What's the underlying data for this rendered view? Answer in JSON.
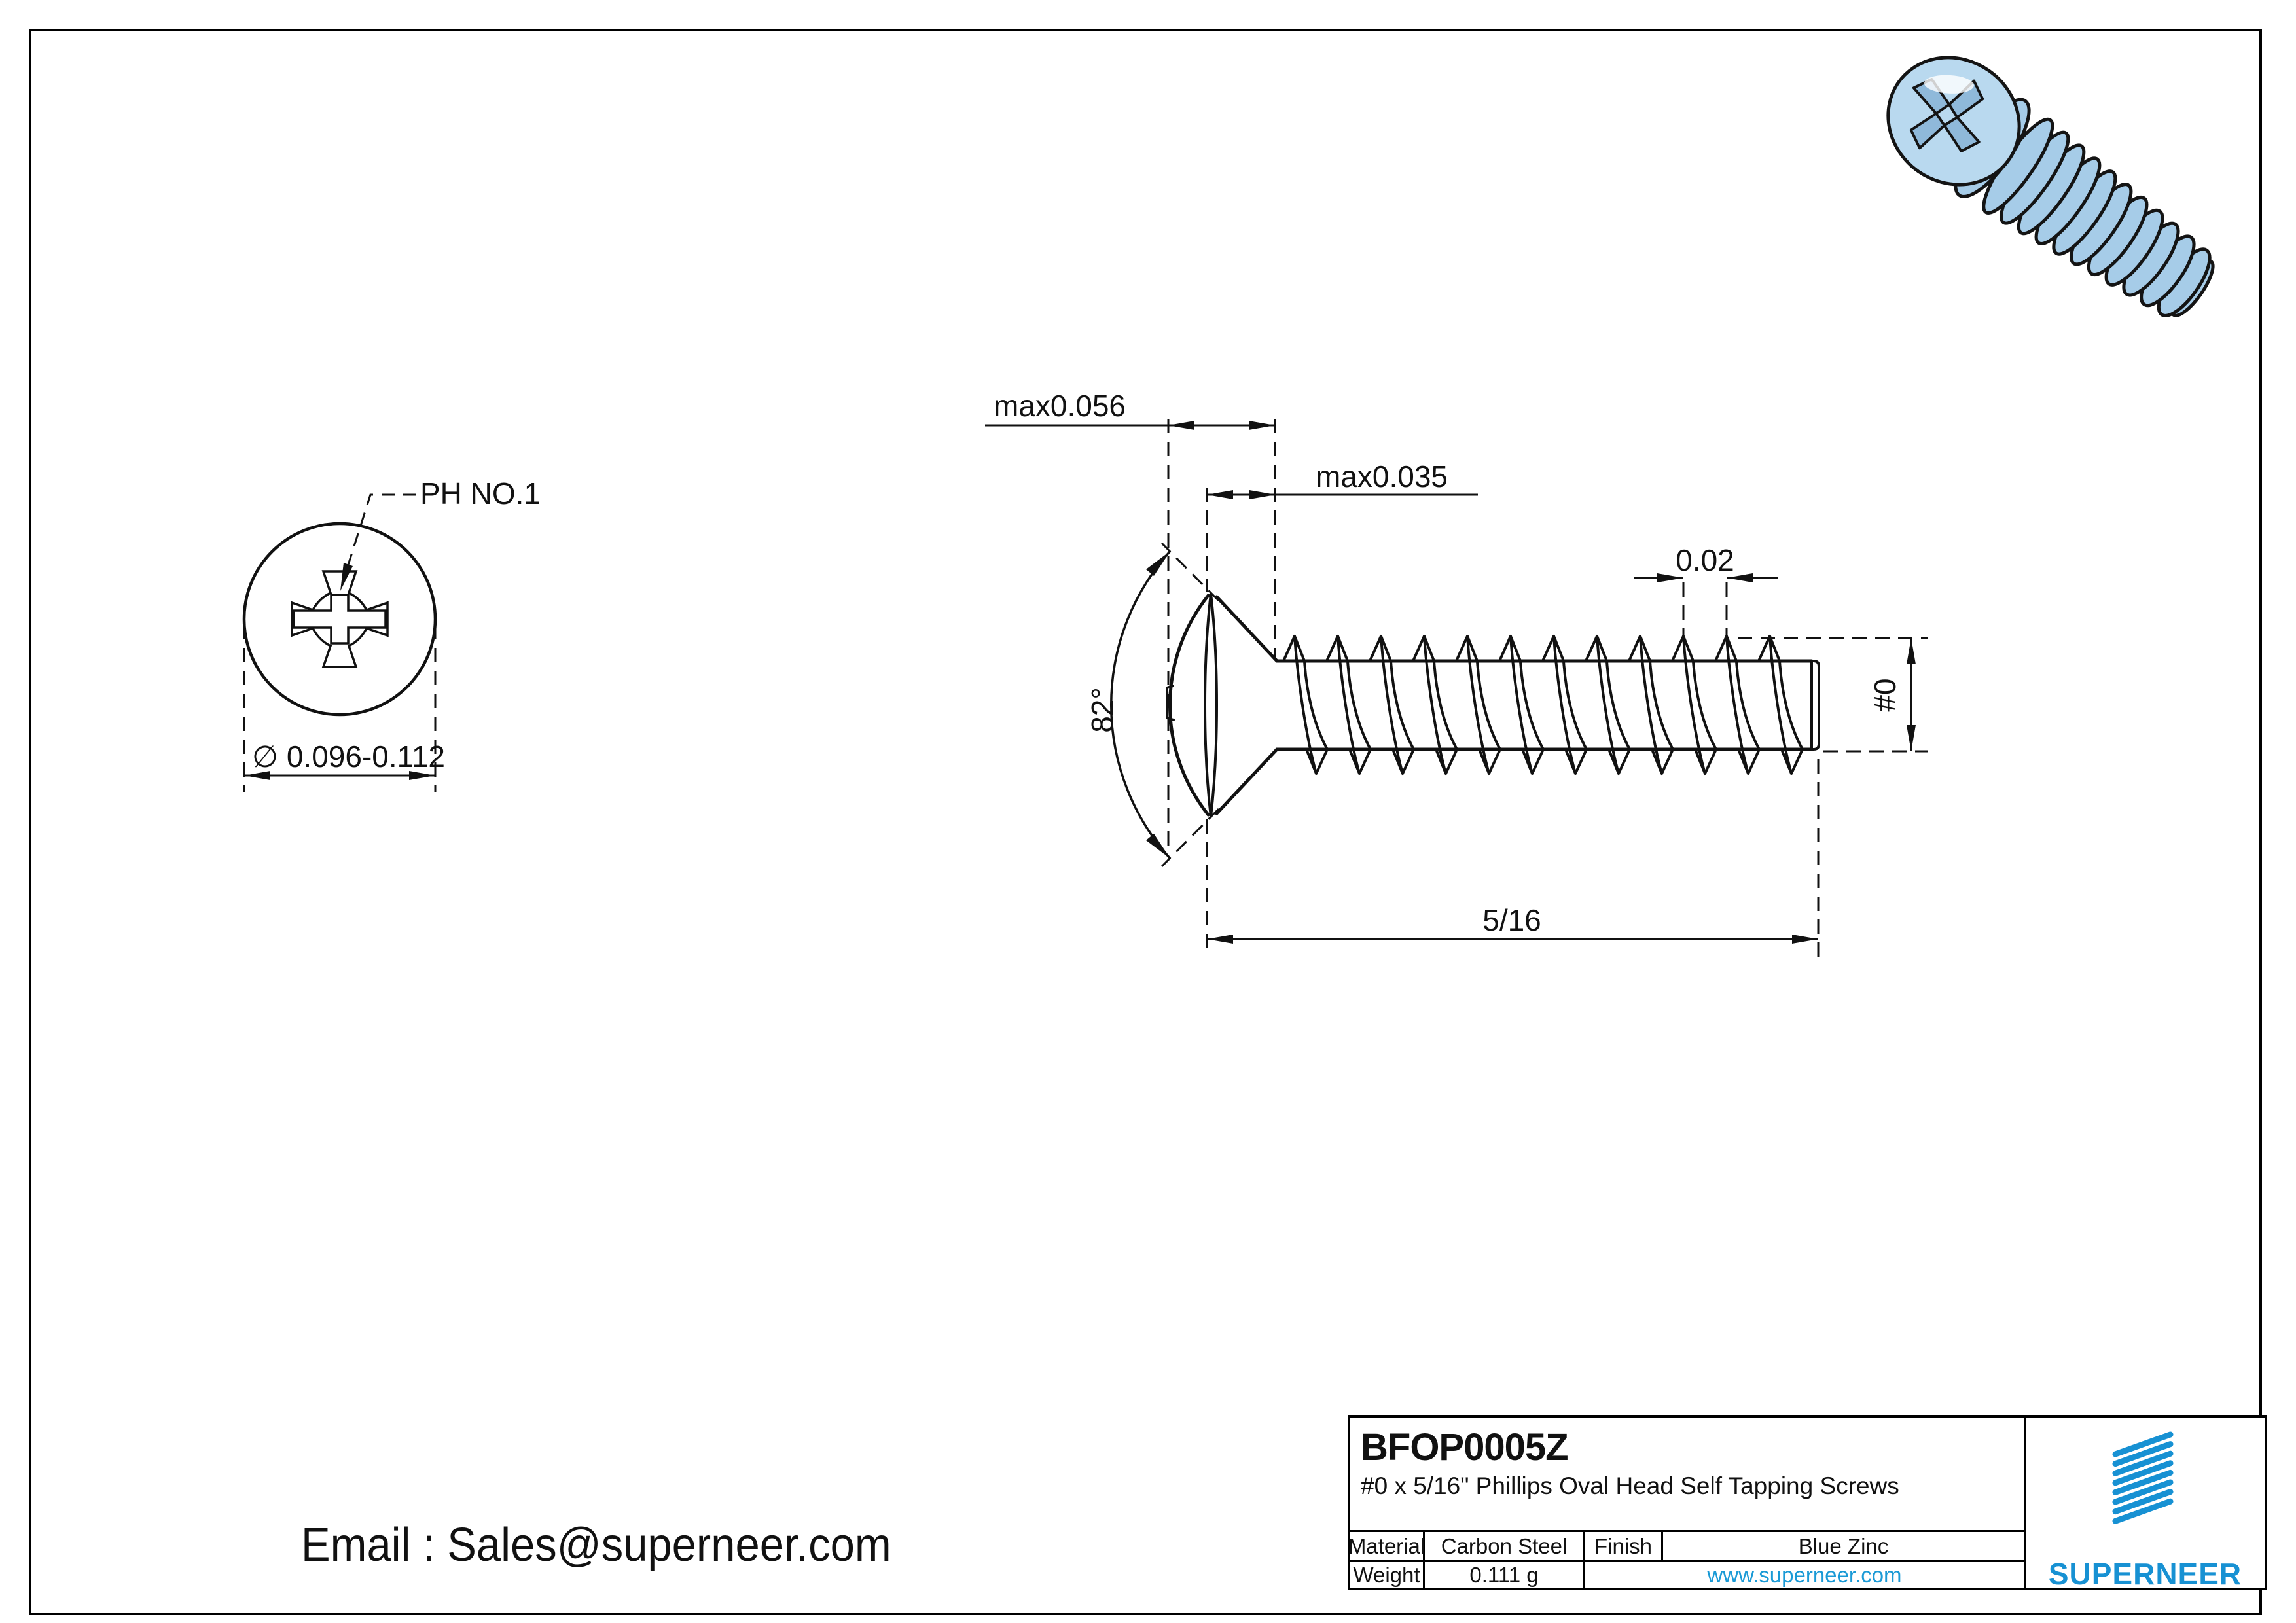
{
  "page": {
    "background": "#ffffff",
    "border_color": "#000000"
  },
  "drawing": {
    "labels": {
      "recess": "PH NO.1",
      "head_diameter": "∅ 0.096-0.112",
      "head_height": "max0.056",
      "cone_height": "max0.035",
      "thread_pitch": "0.02",
      "screw_size": "#0",
      "screw_length": "5/16",
      "head_angle": "82°"
    }
  },
  "contact": {
    "email": "Email : Sales@superneer.com"
  },
  "title_block": {
    "part_number": "BFOP0005Z",
    "description": "#0 x 5/16\" Phillips Oval Head Self Tapping Screws",
    "material_label": "Material",
    "material_value": "Carbon Steel",
    "finish_label": "Finish",
    "finish_value": "Blue Zinc",
    "weight_label": "Weight",
    "weight_value": "0.111 g",
    "website": "www.superneer.com",
    "brand": "SUPERNEER",
    "brand_color": "#1791d3",
    "link_color": "#1a9ad6"
  },
  "screw_render": {
    "body_color": "#a6cce8",
    "dome_color": "#b9d9ef",
    "recess_color": "#8fb9da",
    "outline_color": "#141414"
  }
}
